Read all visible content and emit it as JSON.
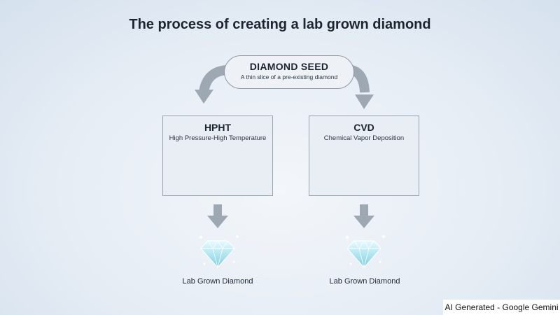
{
  "title": "The process of creating a lab grown diamond",
  "seed": {
    "title": "DIAMOND SEED",
    "subtitle": "A thin slice of a pre-existing diamond"
  },
  "methods": [
    {
      "title": "HPHT",
      "subtitle": "High Pressure-High Temperature",
      "icon": "press-diamond-icon",
      "result_label": "Lab Grown Diamond"
    },
    {
      "title": "CVD",
      "subtitle": "Chemical Vapor Deposition",
      "icon": "vapor-chamber-diamond-icon",
      "result_label": "Lab Grown Diamond"
    }
  ],
  "colors": {
    "arrow": "#9ea8b3",
    "diamond": "#a8e6f0",
    "heat_lines": "#e0604a",
    "plate": "#4b5058",
    "cloud": "#aab8f2"
  },
  "watermark": "AI Generated - Google Gemini"
}
